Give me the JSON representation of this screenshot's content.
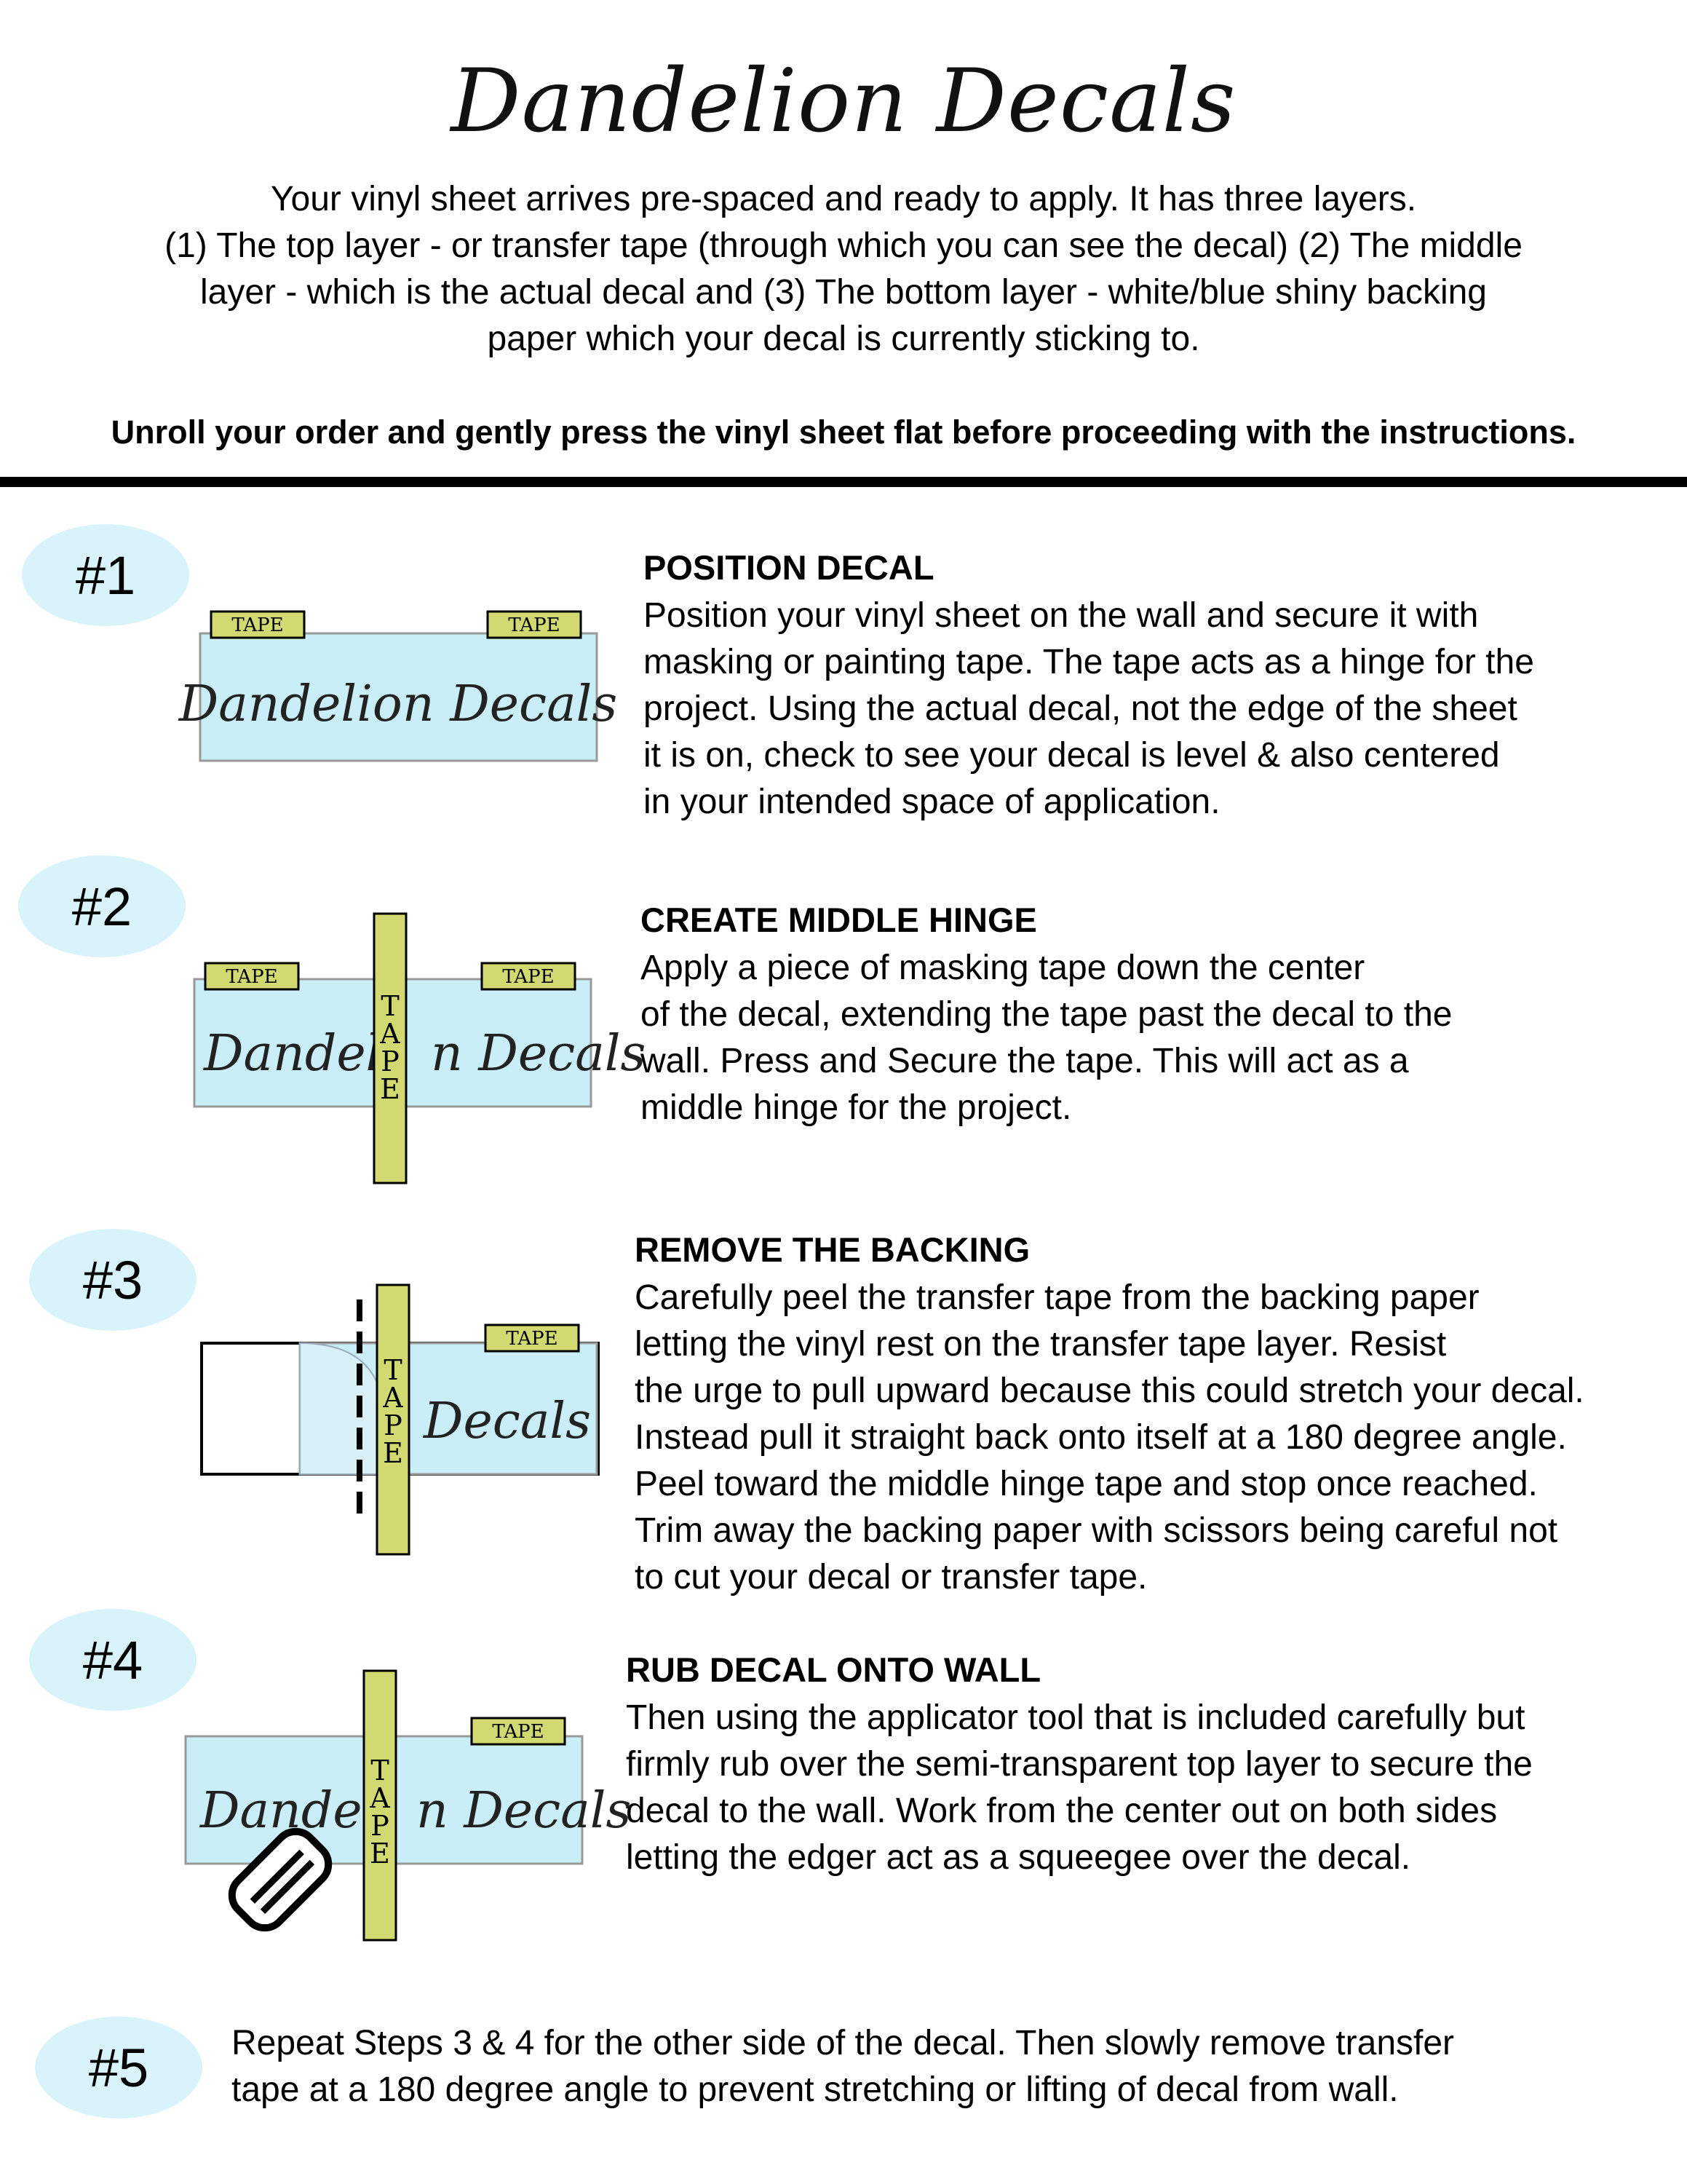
{
  "header": {
    "brand": "Dandelion Decals",
    "intro": [
      "Your vinyl sheet arrives pre-spaced and ready to apply. It has three layers.",
      "(1) The top layer - or transfer tape (through which you can see the decal) (2) The middle",
      "layer - which is the actual decal and (3) The bottom layer - white/blue shiny backing",
      "paper which your decal is currently sticking to."
    ],
    "notice": "Unroll your order and gently press the vinyl sheet flat before proceeding with the instructions."
  },
  "diagram": {
    "tape_label": "TAPE",
    "tape_letters": [
      "T",
      "A",
      "P",
      "E"
    ],
    "decal_text": "Dandelion Decals",
    "decal_left": "Dandeli",
    "decal_right": "n Decals",
    "decal_right_only": "Decals",
    "colors": {
      "sheet": "#c9eef7",
      "tape": "#d2d970",
      "badge": "#d8f3fa"
    }
  },
  "steps": [
    {
      "badge": "#1",
      "title": "POSITION DECAL",
      "body": "Position your vinyl sheet on the wall and secure it with\nmasking or painting tape. The tape acts as a hinge for the\nproject. Using the actual decal, not the edge of the sheet\nit is on, check to see your decal is level & also centered\nin your intended space of application."
    },
    {
      "badge": "#2",
      "title": "CREATE MIDDLE HINGE",
      "body": "Apply a piece of masking tape down the center\nof the decal, extending the tape past the decal to the\nwall. Press and Secure the tape. This will act as a\nmiddle hinge for the project."
    },
    {
      "badge": "#3",
      "title": "REMOVE THE BACKING",
      "body": "Carefully peel the transfer tape from the backing paper\nletting the vinyl rest on the transfer tape layer. Resist\nthe urge to pull upward because this could stretch your decal.\nInstead pull it straight back onto itself at a 180 degree angle.\nPeel toward the middle hinge tape and stop once reached.\nTrim away the backing paper with scissors being careful not\nto cut your decal or transfer tape."
    },
    {
      "badge": "#4",
      "title": "RUB DECAL ONTO WALL",
      "body": "Then using the applicator tool that is included carefully but\nfirmly rub over the semi-transparent top layer to secure the\ndecal to the wall. Work from the center out on both sides\nletting the edger act as a squeegee over the decal."
    },
    {
      "badge": "#5",
      "body": "Repeat Steps 3 & 4 for the other side of the decal. Then slowly remove transfer\ntape at a 180 degree angle to prevent stretching or lifting of decal from wall."
    }
  ]
}
